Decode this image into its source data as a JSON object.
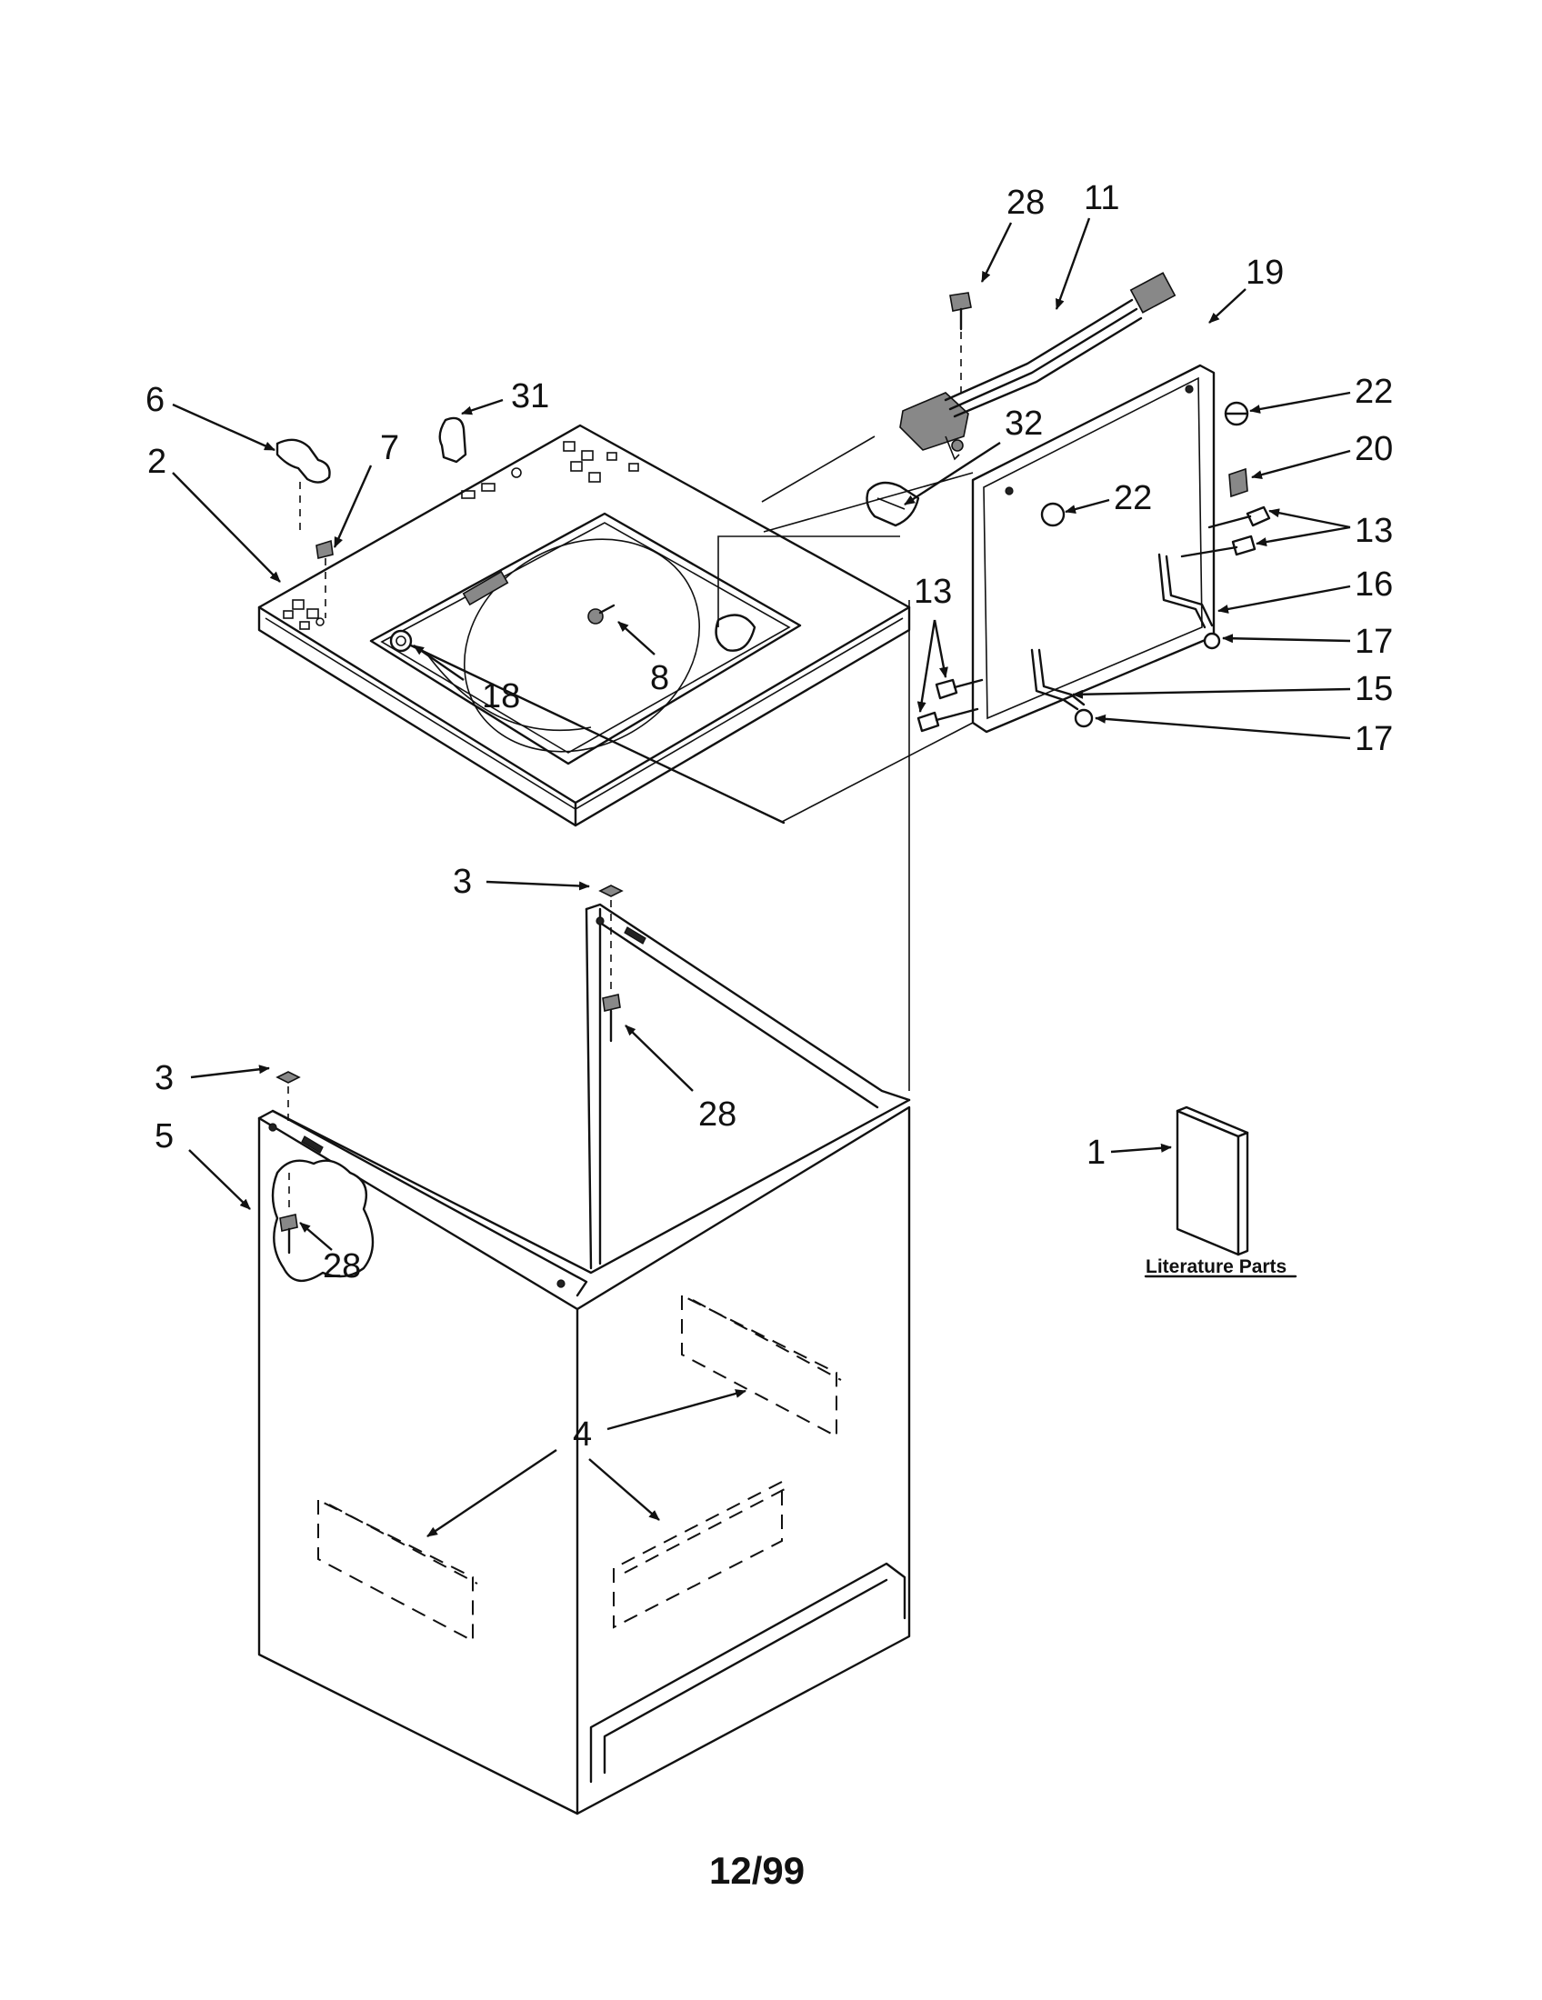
{
  "labels": [
    {
      "id": "l28a",
      "text": "28"
    },
    {
      "id": "l11",
      "text": "11"
    },
    {
      "id": "l19",
      "text": "19"
    },
    {
      "id": "l6",
      "text": "6"
    },
    {
      "id": "l31",
      "text": "31"
    },
    {
      "id": "l2",
      "text": "2"
    },
    {
      "id": "l7",
      "text": "7"
    },
    {
      "id": "l32",
      "text": "32"
    },
    {
      "id": "l22a",
      "text": "22"
    },
    {
      "id": "l20",
      "text": "20"
    },
    {
      "id": "l22b",
      "text": "22"
    },
    {
      "id": "l13a",
      "text": "13"
    },
    {
      "id": "l13b",
      "text": "13"
    },
    {
      "id": "l16",
      "text": "16"
    },
    {
      "id": "l17a",
      "text": "17"
    },
    {
      "id": "l8",
      "text": "8"
    },
    {
      "id": "l18",
      "text": "18"
    },
    {
      "id": "l15",
      "text": "15"
    },
    {
      "id": "l17b",
      "text": "17"
    },
    {
      "id": "l3a",
      "text": "3"
    },
    {
      "id": "l3b",
      "text": "3"
    },
    {
      "id": "l28b",
      "text": "28"
    },
    {
      "id": "l5",
      "text": "5"
    },
    {
      "id": "l1",
      "text": "1"
    },
    {
      "id": "l28c",
      "text": "28"
    },
    {
      "id": "l4",
      "text": "4"
    }
  ],
  "literature_caption": "Literature Parts",
  "footer": "12/99"
}
